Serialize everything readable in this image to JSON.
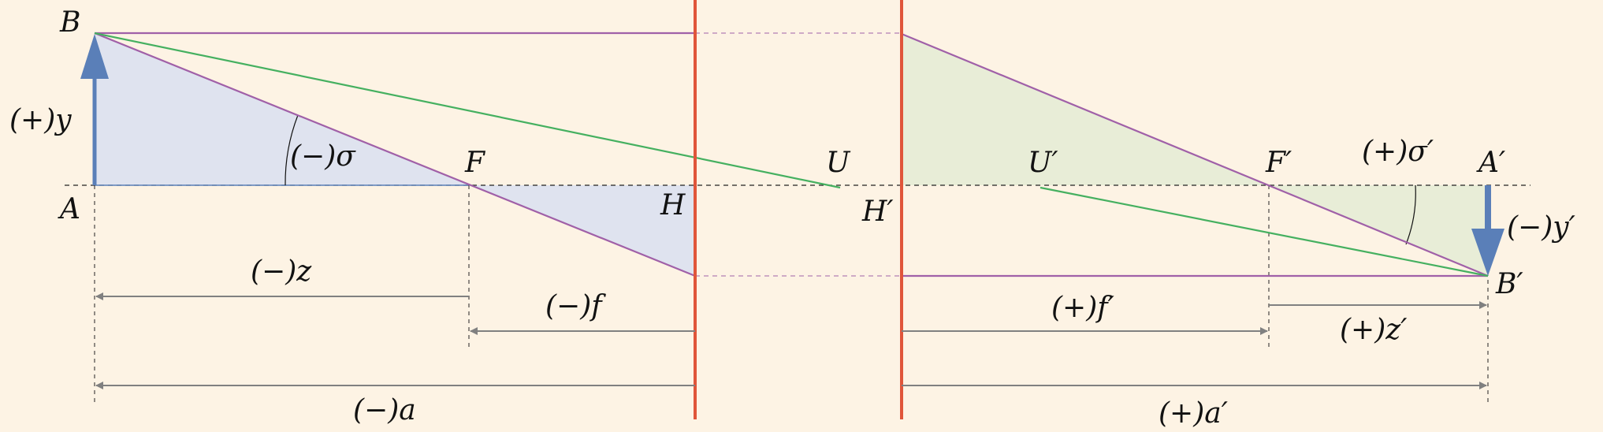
{
  "colors": {
    "background": "#fdf3e4",
    "principal_plane": "#e0553a",
    "ray_purple": "#a060a8",
    "ray_green": "#45b060",
    "object_arrow": "#5a7fb8",
    "object_fill": "#dfe3ef",
    "image_fill": "#e8edd7",
    "dimension_arrow": "#808080"
  },
  "labels": {
    "B": "B",
    "A": "A",
    "y": "(+)y",
    "sigma": "(−)σ",
    "F": "F",
    "H": "H",
    "U": "U",
    "H_prime": "H′",
    "U_prime": "U′",
    "F_prime": "F′",
    "sigma_prime": "(+)σ′",
    "A_prime": "A′",
    "y_prime": "(−)y′",
    "B_prime": "B′",
    "z": "(−)z",
    "f": "(−)f",
    "a": "(−)a",
    "f_prime": "(+)f′",
    "z_prime": "(+)z′",
    "a_prime": "(+)a′"
  }
}
